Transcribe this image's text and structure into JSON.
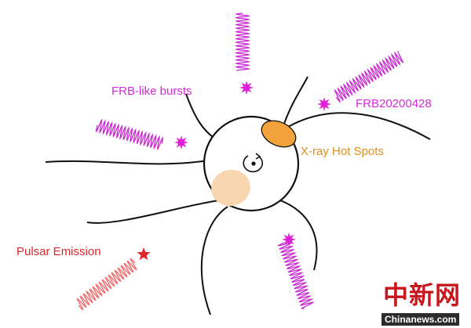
{
  "labels": {
    "frb_like_bursts": "FRB-like bursts",
    "frb20200428": "FRB20200428",
    "xray_hot_spots": "X-ray Hot Spots",
    "pulsar_emission": "Pulsar Emission"
  },
  "watermark": {
    "chinese": "中新网",
    "english": "Chinanews.com"
  },
  "colors": {
    "burst_wave": "#c82ad0",
    "burst_star": "#e020d8",
    "pulsar_wave": "#f06a6a",
    "pulsar_star": "#e0262a",
    "hot_spot": "#f2a23a",
    "hot_spot_faded": "#f8d6b0",
    "field_line": "#111111"
  },
  "icons": [
    "magnetic-field-line",
    "neutron-star",
    "rotation-arrow-icon",
    "burst-star-icon",
    "pulsar-star-icon",
    "radio-wave"
  ]
}
